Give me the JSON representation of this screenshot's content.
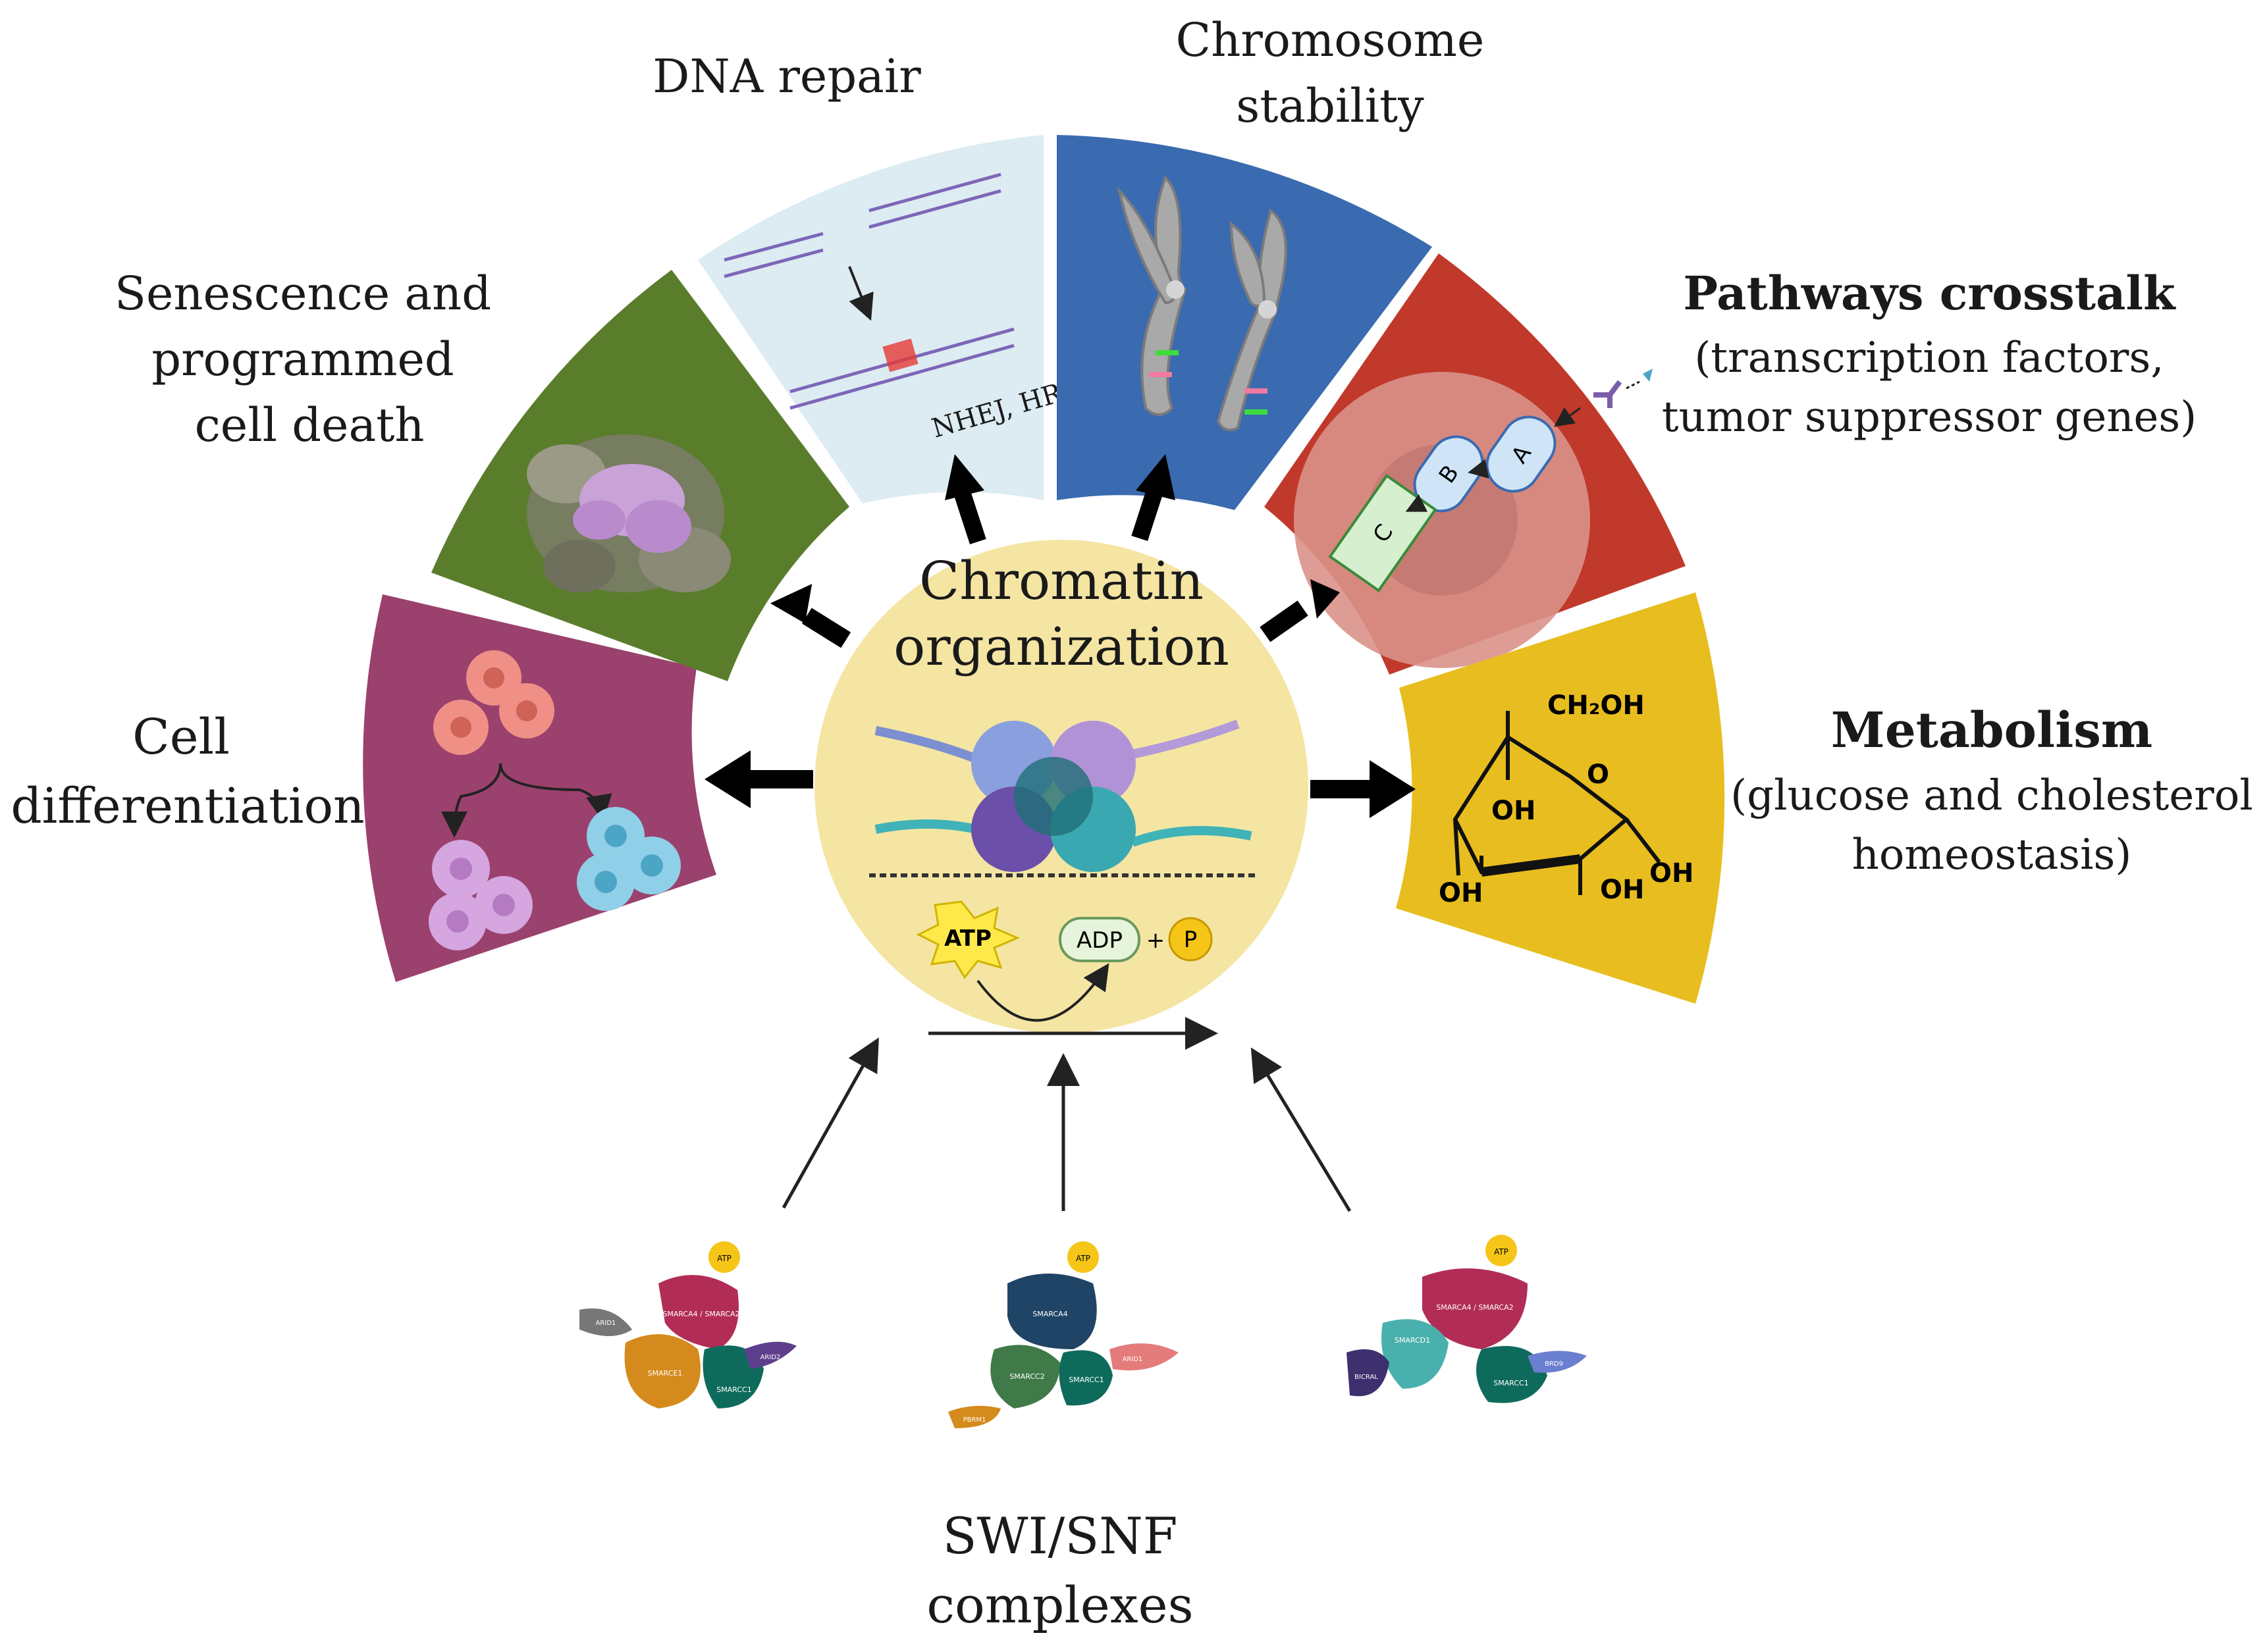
{
  "center": {
    "title_line1": "Chromatin",
    "title_line2": "organization",
    "atp": "ATP",
    "adp": "ADP",
    "plus": "+",
    "phosphate": "P"
  },
  "labels": {
    "dna_repair": "DNA repair",
    "chromosome_stability_line1": "Chromosome",
    "chromosome_stability_line2": "stability",
    "senescence_line1": "Senescence and",
    "senescence_line2": "programmed",
    "senescence_line3": "cell death",
    "pathways_title": "Pathways crosstalk",
    "pathways_line2": "(transcription factors,",
    "pathways_line3": "tumor suppressor genes)",
    "cell_diff_line1": "Cell",
    "cell_diff_line2": "differentiation",
    "metabolism_title": "Metabolism",
    "metabolism_line2": "(glucose and cholesterol",
    "metabolism_line3": "homeostasis)",
    "swi_line1": "SWI/SNF",
    "swi_line2": "complexes"
  },
  "dna_repair_panel": {
    "text": "NHEJ, HR"
  },
  "pathways_panel": {
    "a": "A",
    "b": "B",
    "c": "C"
  },
  "glucose": {
    "ch2oh": "CH₂OH",
    "ring_o": "O",
    "oh1": "OH",
    "oh2": "OH",
    "oh3": "OH",
    "oh4": "OH"
  },
  "complexes": [
    {
      "atp": "ATP",
      "main": "SMARCA4 / SMARCA2",
      "c2": "SMARCE1",
      "c3": "SMARCC1",
      "c4": "ARID1",
      "c5": "ARID2"
    },
    {
      "atp": "ATP",
      "main": "SMARCA4",
      "c2": "SMARCC2",
      "c3": "SMARCC1",
      "c4": "ARID1",
      "c5": "PBRM1"
    },
    {
      "atp": "ATP",
      "main": "SMARCA4 / SMARCA2",
      "c2": "SMARCD1",
      "c3": "SMARCC1",
      "c4": "BRD9",
      "c5": "BICRAL"
    }
  ],
  "colors": {
    "cell_differentiation": "#9b416e",
    "senescence": "#5a7d2c",
    "dna_repair": "#dcecf2",
    "chromosome": "#3a6ab0",
    "pathways": "#c0392b",
    "metabolism": "#e8bd1f",
    "center": "#f5e5a3"
  }
}
